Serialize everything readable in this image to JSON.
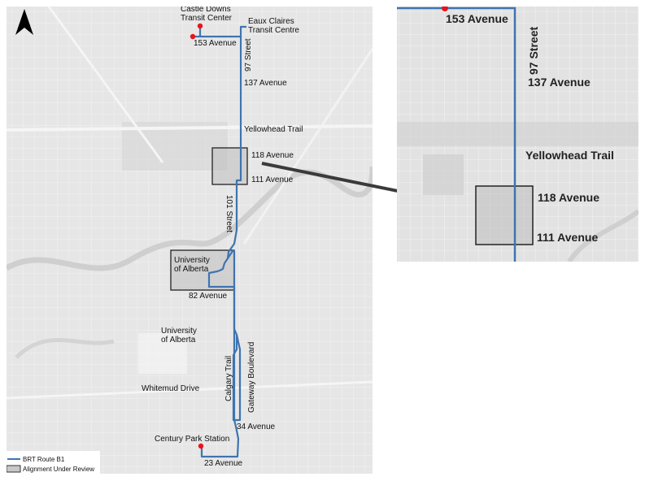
{
  "map": {
    "labels": {
      "castle_downs_1": "Castle Downs",
      "castle_downs_2": "Transit Center",
      "eaux_claires_1": "Eaux Claires",
      "eaux_claires_2": "Transit Centre",
      "ave153": "153 Avenue",
      "st97": "97 Street",
      "ave137": "137 Avenue",
      "yellowhead": "Yellowhead Trail",
      "ave118": "118 Avenue",
      "ave111": "111 Avenue",
      "st101": "101 Street",
      "uofa_box_1": "University",
      "uofa_box_2": "of Alberta",
      "ave82": "82 Avenue",
      "uofa_1": "University",
      "uofa_2": "of Alberta",
      "calgary": "Calgary Trail",
      "gateway": "Gateway Boulevard",
      "whitemud": "Whitemud Drive",
      "ave34": "34 Avenue",
      "century": "Century Park Station",
      "ave23": "23 Avenue"
    },
    "legend": {
      "route": "BRT Route B1",
      "review": "Alignment Under Review"
    },
    "north_icon": "north-arrow-icon"
  },
  "inset": {
    "labels": {
      "ave153": "153 Avenue",
      "st97": "97 Street",
      "ave137": "137 Avenue",
      "yellowhead": "Yellowhead Trail",
      "ave118": "118 Avenue",
      "ave111": "111 Avenue"
    }
  },
  "colors": {
    "route": "#3e74b0",
    "station": "#e8141c",
    "review_fill": "#bdbdbd",
    "map_bg": "#e6e6e6"
  }
}
